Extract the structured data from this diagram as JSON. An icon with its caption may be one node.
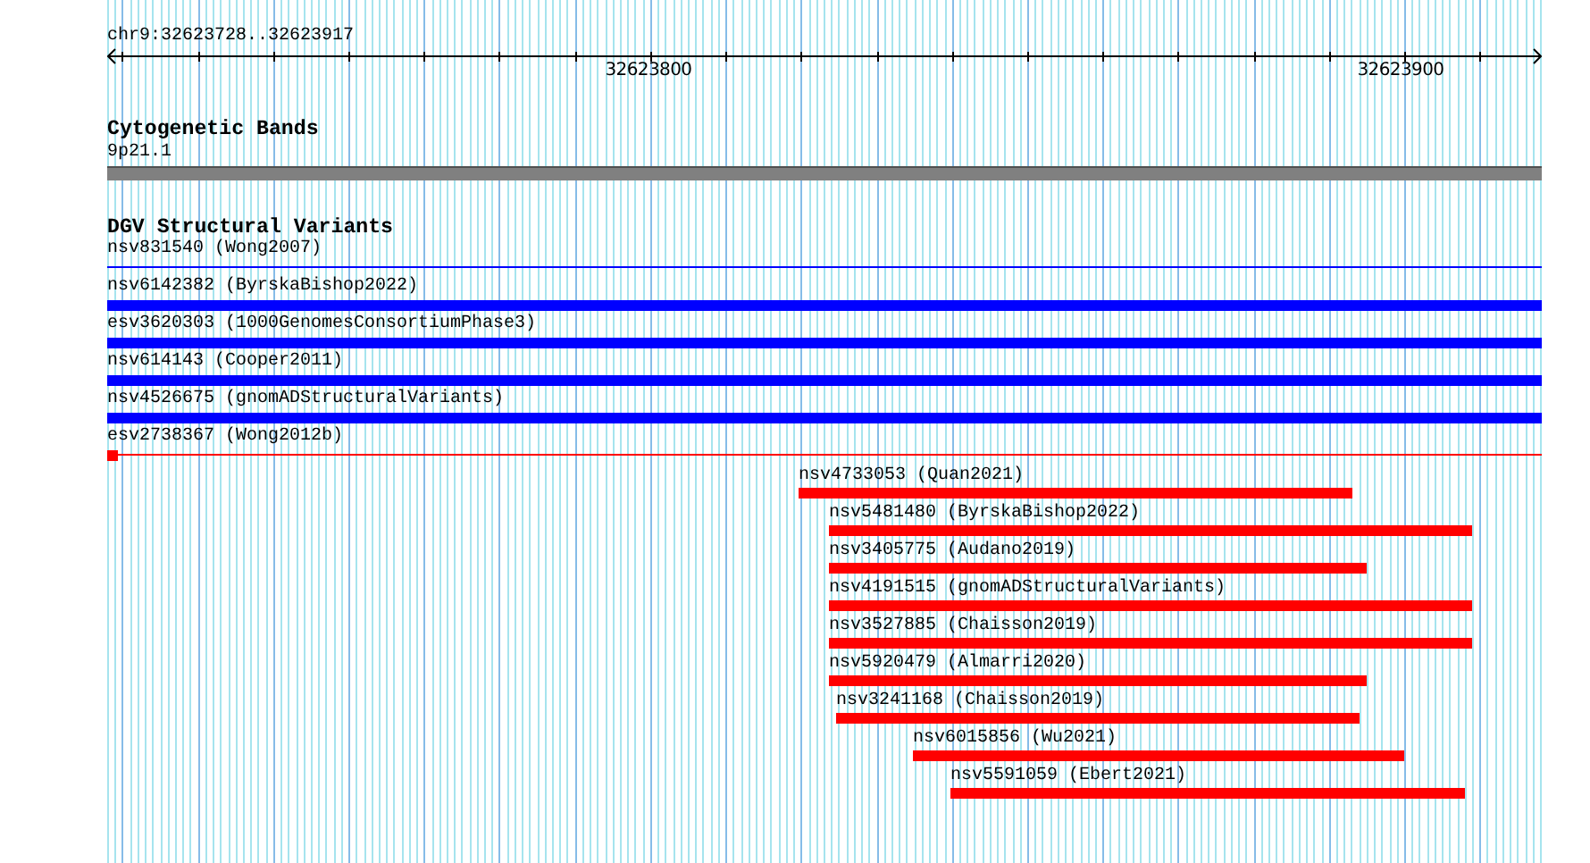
{
  "diagram": {
    "nodes": [
      {
        "text": [
          "9p21.1"
        ]
      },
      {
        "text": [
          "nsv831540 (Wong2007)"
        ]
      },
      {
        "text": [
          "nsv6142382 (ByrskaBishop2022)"
        ]
      },
      {
        "text": [
          "esv3620303 (1000GenomesConsortiumPhase3)"
        ]
      },
      {
        "text": [
          "nsv614143 (Cooper2011)"
        ]
      },
      {
        "text": [
          "nsv4526675 (gnomADStructuralVariants)"
        ]
      },
      {
        "text": [
          "esv2738367 (Wong2012b)"
        ]
      },
      {
        "text": [
          "nsv4733053 (Quan2021)"
        ]
      },
      {
        "text": [
          "nsv5481480 (ByrskaBishop2022)"
        ]
      },
      {
        "text": [
          "nsv3405775 (Audano2019)"
        ]
      },
      {
        "text": [
          "nsv4191515 (gnomADStructuralVariants)"
        ]
      },
      {
        "text": [
          "nsv3527885 (Chaisson2019)"
        ]
      },
      {
        "text": [
          "nsv5920479 (Almarri2020)"
        ]
      },
      {
        "text": [
          "nsv3241168 (Chaisson2019)"
        ]
      },
      {
        "text": [
          "nsv6015856 (Wu2021)"
        ]
      },
      {
        "text": [
          "nsv5591059 (Ebert2021)"
        ]
      }
    ],
    "labels": [
      "chr9:32623728..32623917",
      "32623800",
      "32623900",
      "Cytogenetic Bands",
      "DGV Structural Variants"
    ]
  }
}
